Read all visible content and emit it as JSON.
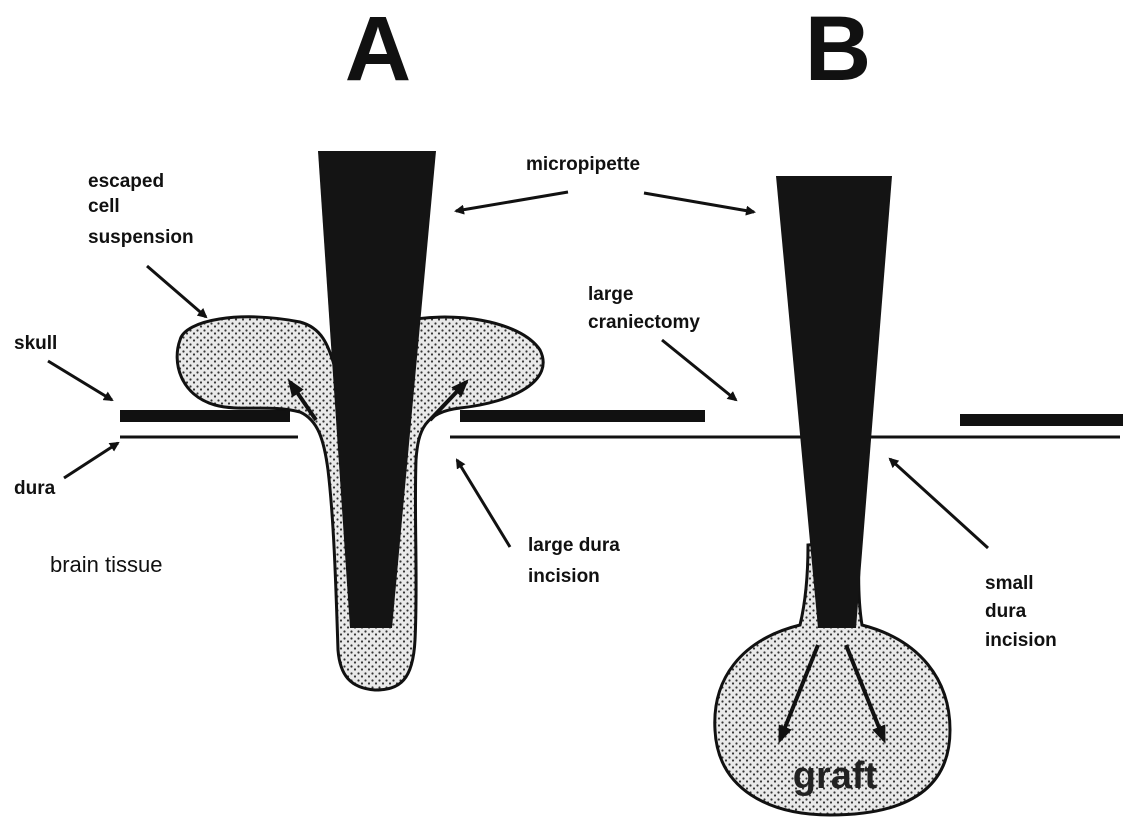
{
  "panels": {
    "a": {
      "letter": "A"
    },
    "b": {
      "letter": "B"
    }
  },
  "labels": {
    "escaped_cell_suspension": [
      "escaped",
      "cell",
      "suspension"
    ],
    "micropipette": "micropipette",
    "skull": "skull",
    "dura": "dura",
    "brain_tissue": "brain tissue",
    "large_dura_incision": [
      "large dura",
      "incision"
    ],
    "large_craniectomy": [
      "large",
      "craniectomy"
    ],
    "small_dura_incision": [
      "small",
      "dura",
      "incision"
    ],
    "graft": "graft"
  },
  "colors": {
    "ink": "#111111",
    "pipette": "#141414",
    "cell_fill": "#e6e6e6",
    "background": "#ffffff"
  }
}
